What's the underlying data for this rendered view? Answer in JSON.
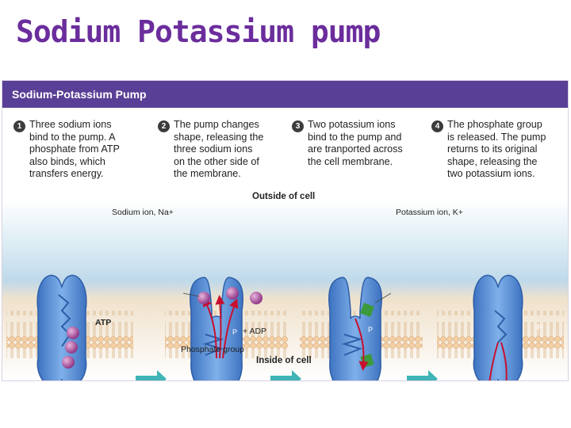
{
  "slide": {
    "title": "Sodium Potassium pump"
  },
  "figure": {
    "header": "Sodium-Potassium Pump",
    "steps": [
      {
        "num": "1",
        "text": "Three sodium ions\nbind to the pump. A\nphosphate from ATP\nalso binds, which\ntransfers energy."
      },
      {
        "num": "2",
        "text": "The pump changes\nshape, releasing the\nthree sodium ions\non the other side of\nthe membrane."
      },
      {
        "num": "3",
        "text": "Two potassium ions\nbind to the pump and\nare tranported across\nthe cell membrane."
      },
      {
        "num": "4",
        "text": "The phosphate group\nis released. The pump\nreturns to its original\nshape, releasing the\ntwo potassium ions."
      }
    ],
    "labels": {
      "outside": "Outside of cell",
      "inside": "Inside of cell",
      "sodium_ion": "Sodium ion, Na+",
      "potassium_ion": "Potassium ion, K+",
      "atp": "ATP",
      "p": "P",
      "adp": "+ ADP",
      "phosphate_group": "Phosphate group"
    },
    "colors": {
      "header": "#5a3f96",
      "pump": "#5f93d6",
      "sodium": "#9b3f8f",
      "potassium": "#3c9a3c",
      "arrow": "#c8102e",
      "membrane": "#eec9a0",
      "step_arrow": "#3fb5b5"
    }
  }
}
